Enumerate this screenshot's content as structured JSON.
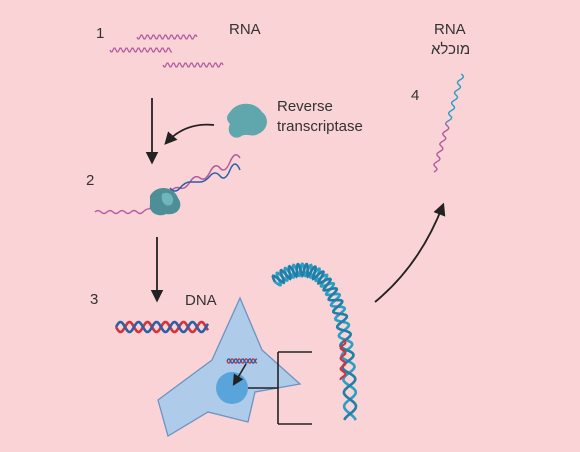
{
  "steps": [
    "1",
    "2",
    "3",
    "4"
  ],
  "labels": {
    "rna": "RNA",
    "enzyme_line1": "Reverse",
    "enzyme_line2": "transcriptase",
    "dna": "DNA",
    "result_line1": "RNA",
    "result_line2": "מוכלא"
  },
  "colors": {
    "background": "#f9d3d5",
    "rna": "#b35aa0",
    "dna_red": "#d3323b",
    "dna_blue": "#2960a8",
    "helix_cyan": "#2a9ec5",
    "enzyme": "#5fa7ad",
    "cell_fill": "#aecce9",
    "cell_stroke": "#6b93c4",
    "nucleus": "#5aa4dc",
    "arrow": "#222222"
  }
}
